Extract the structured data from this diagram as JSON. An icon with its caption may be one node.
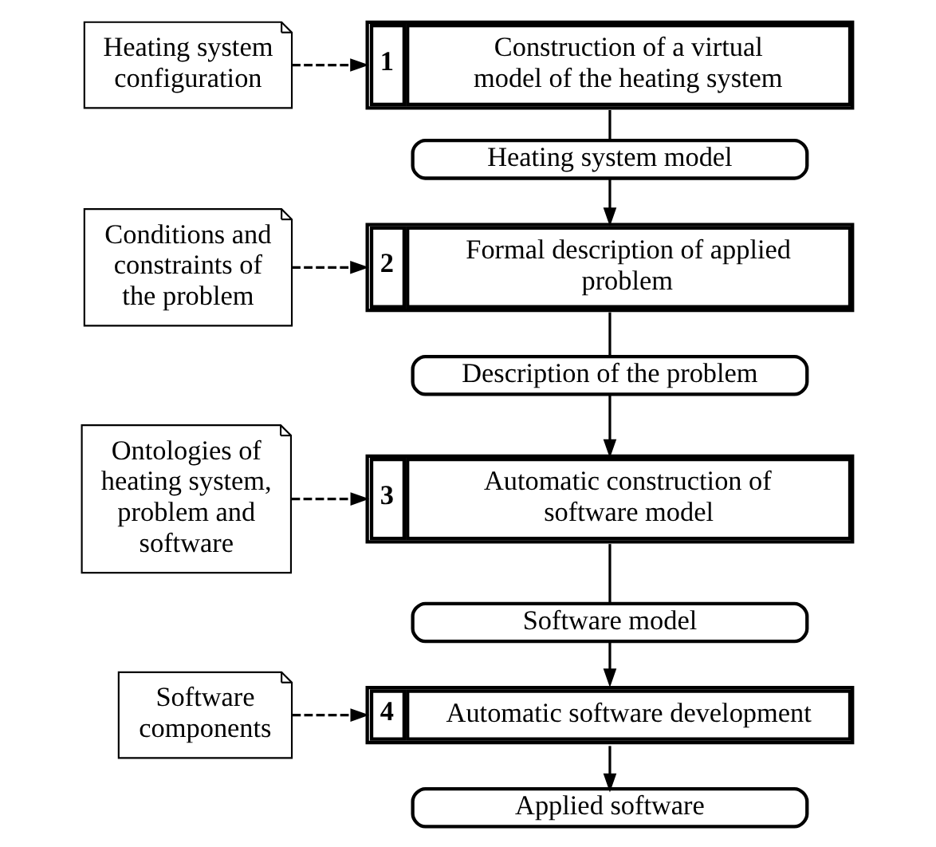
{
  "diagram": {
    "nodes": [
      {
        "text": [
          "1",
          "Construction of a virtual model of the heating system"
        ]
      },
      {
        "text": [
          "Heating system configuration"
        ]
      },
      {
        "text": [
          "Heating system model"
        ]
      },
      {
        "text": [
          "2",
          "Formal description of applied problem"
        ]
      },
      {
        "text": [
          "Conditions and constraints of the problem"
        ]
      },
      {
        "text": [
          "Description of the problem"
        ]
      },
      {
        "text": [
          "3",
          "Automatic construction of software model"
        ]
      },
      {
        "text": [
          "Ontologies of heating system, problem and software"
        ]
      },
      {
        "text": [
          "Software model"
        ]
      },
      {
        "text": [
          "4",
          "Automatic software development"
        ]
      },
      {
        "text": [
          "Software components"
        ]
      },
      {
        "text": [
          "Applied software"
        ]
      }
    ],
    "edges": [
      {
        "from": 1,
        "to": 0,
        "arrow": "to",
        "style": "dashed"
      },
      {
        "from": 0,
        "to": 2,
        "arrow": "none"
      },
      {
        "from": 2,
        "to": 3,
        "arrow": "to"
      },
      {
        "from": 4,
        "to": 3,
        "arrow": "to",
        "style": "dashed"
      },
      {
        "from": 3,
        "to": 5,
        "arrow": "none"
      },
      {
        "from": 5,
        "to": 6,
        "arrow": "to"
      },
      {
        "from": 7,
        "to": 6,
        "arrow": "to",
        "style": "dashed"
      },
      {
        "from": 6,
        "to": 8,
        "arrow": "none"
      },
      {
        "from": 8,
        "to": 9,
        "arrow": "to"
      },
      {
        "from": 10,
        "to": 9,
        "arrow": "to",
        "style": "dashed"
      },
      {
        "from": 9,
        "to": 11,
        "arrow": "to"
      }
    ]
  }
}
